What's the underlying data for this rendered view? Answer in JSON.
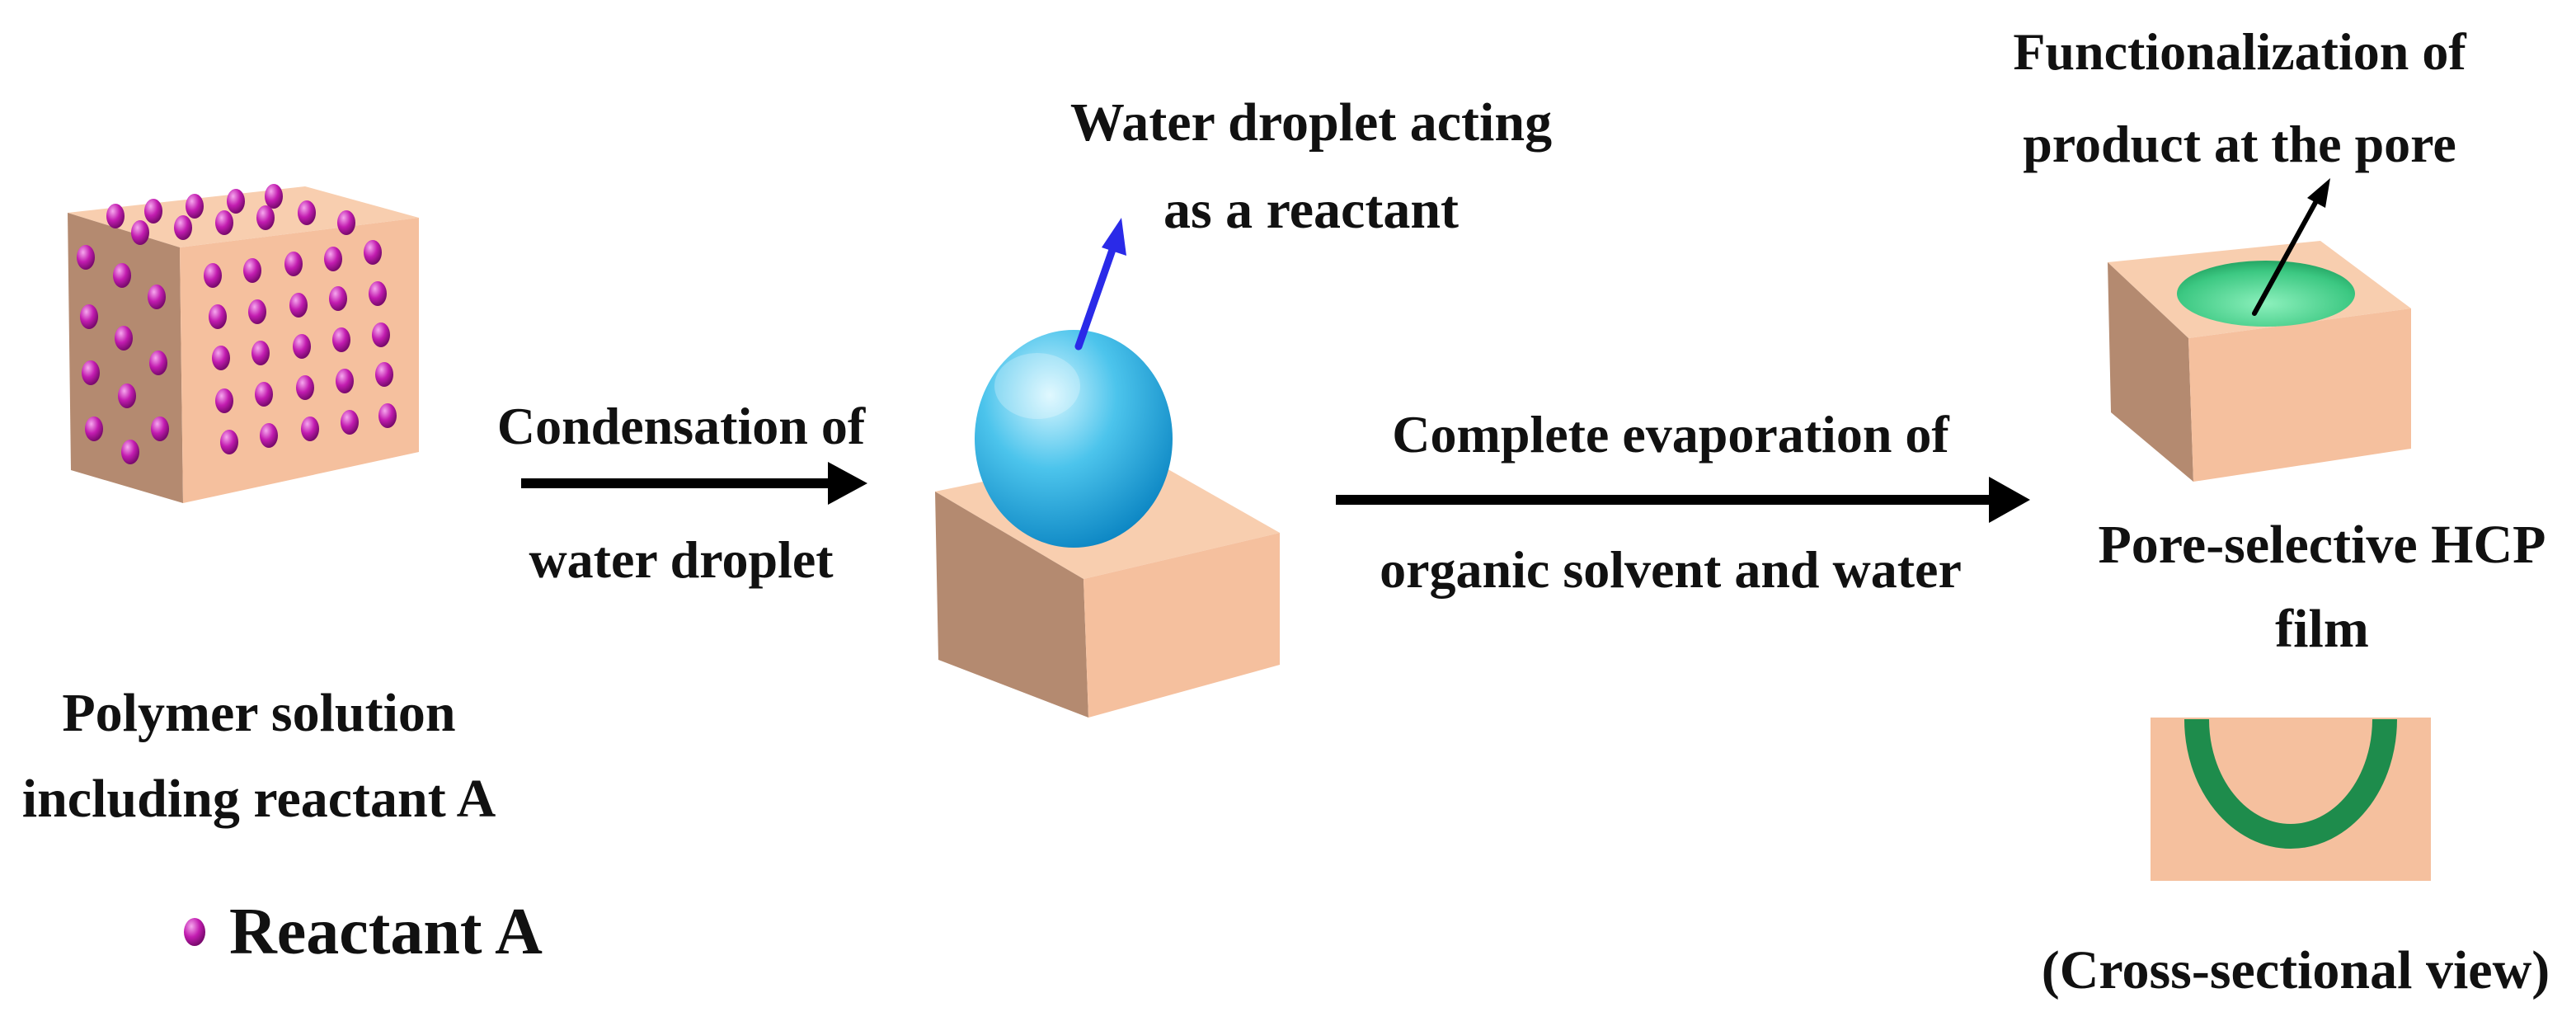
{
  "labels": {
    "polymer_solution": [
      "Polymer solution",
      "including reactant A"
    ],
    "legend_reactant": "Reactant A",
    "condensation": [
      "Condensation of",
      "water droplet"
    ],
    "water_droplet": [
      "Water droplet acting",
      "as a reactant"
    ],
    "evaporation": [
      "Complete evaporation of",
      "organic solvent and water"
    ],
    "functionalization": [
      "Functionalization of",
      "product at the pore"
    ],
    "film": [
      "Pore-selective HCP",
      "film"
    ],
    "cross_section": "(Cross-sectional view)"
  },
  "colors": {
    "block_top": "#F8CEAF",
    "block_front": "#F5C09E",
    "block_side": "#B48A70",
    "reactant_dot": "#C21CB0",
    "reactant_highlight": "#F08CE6",
    "droplet_light": "#B8EEFA",
    "droplet_mid": "#38B8E6",
    "droplet_dark": "#0A88C8",
    "droplet_arrow": "#2A2AE8",
    "pore_green_light": "#7FE8B0",
    "pore_green_dark": "#28B070",
    "cross_section_band": "#1E8C4C",
    "arrow": "#000000"
  }
}
